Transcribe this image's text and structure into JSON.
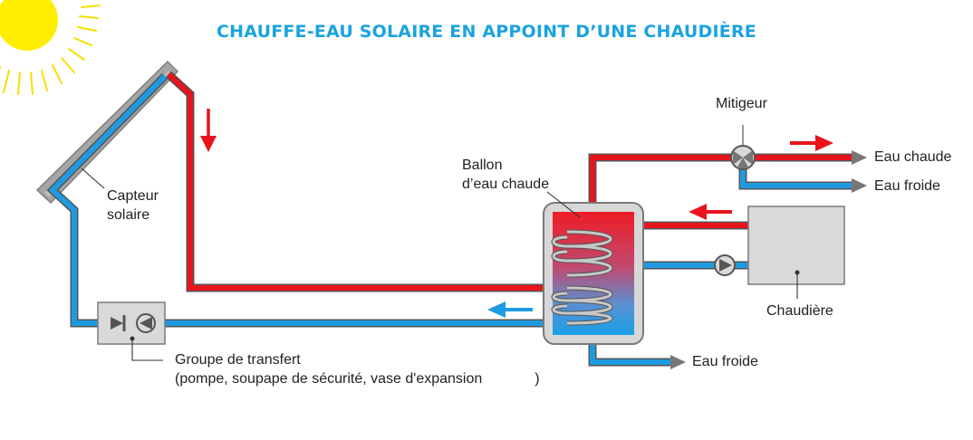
{
  "title": "CHAUFFE-EAU SOLAIRE EN APPOINT D’UNE CHAUDIÈRE",
  "labels": {
    "capteur_line1": "Capteur",
    "capteur_line2": "solaire",
    "ballon_line1": "Ballon",
    "ballon_line2": "d’eau chaude",
    "mitigeur": "Mitigeur",
    "eau_chaude": "Eau chaude",
    "eau_froide_top": "Eau froide",
    "eau_froide_bottom": "Eau froide",
    "chaudiere": "Chaudière",
    "groupe_line1": "Groupe de transfert",
    "groupe_line2": "(pompe, soupape de sécurité, vase d'expansion",
    "groupe_paren": ")"
  },
  "colors": {
    "title": "#1aa3e0",
    "hot_pipe": "#e8141c",
    "cold_pipe": "#1e9be0",
    "pipe_outline": "#555555",
    "equipment_fill": "#d9d9d9",
    "equipment_stroke": "#7a7a7a",
    "sun": "#ffee00",
    "text": "#222222"
  },
  "icons": [
    "sun-icon",
    "pump-icon",
    "check-valve-icon",
    "mixing-valve-icon",
    "flow-arrow-icon"
  ]
}
